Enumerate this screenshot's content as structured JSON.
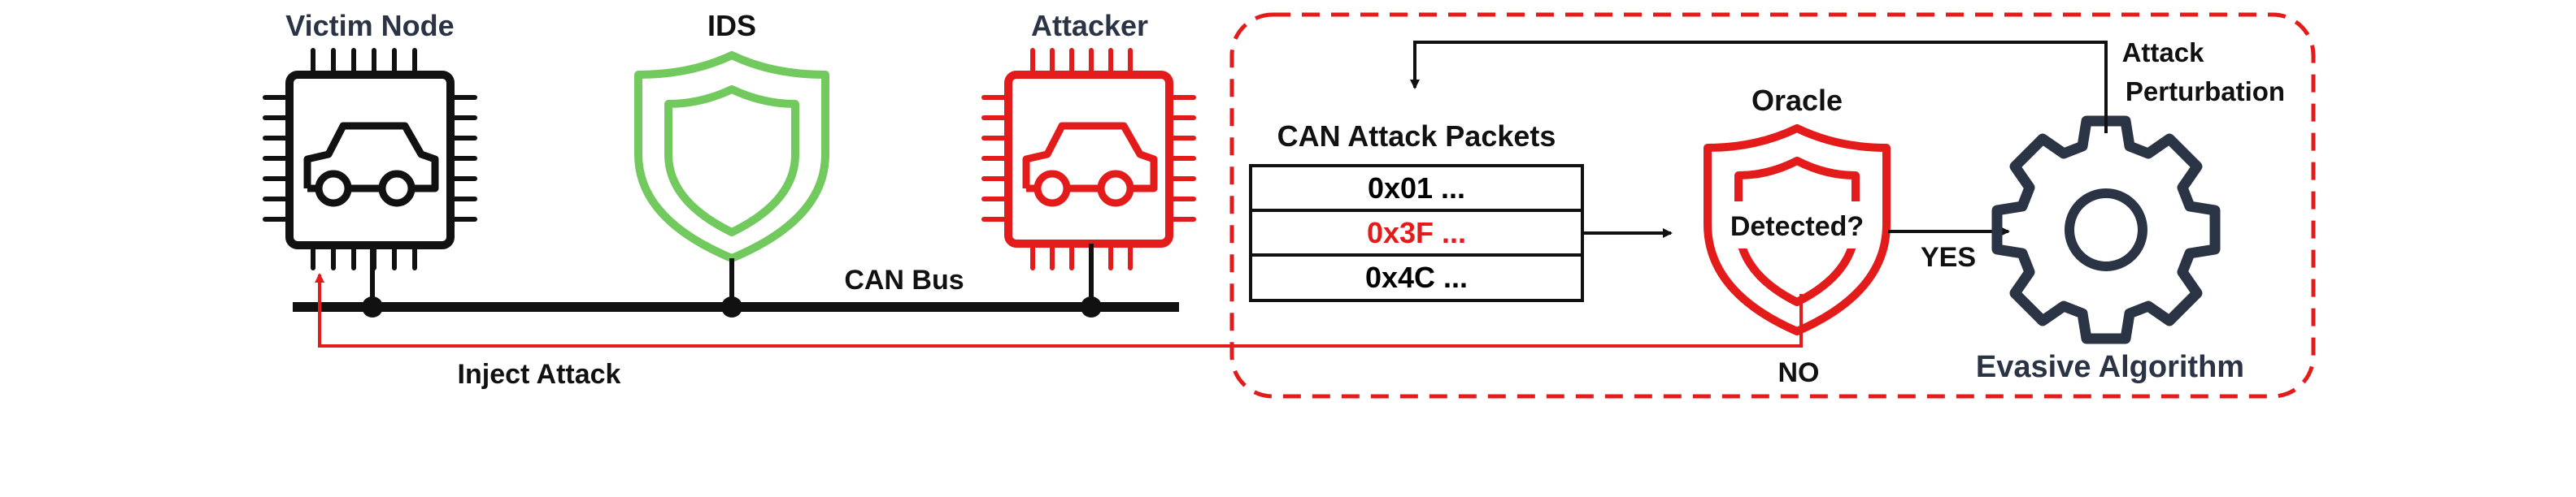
{
  "nodes": {
    "victim": {
      "label": "Victim Node",
      "color": "#2b3445"
    },
    "ids": {
      "label": "IDS",
      "color": "#111111"
    },
    "attacker": {
      "label": "Attacker",
      "color": "#2b3445"
    }
  },
  "bus": {
    "label": "CAN Bus"
  },
  "inject": {
    "label": "Inject Attack"
  },
  "packets": {
    "title": "CAN Attack Packets",
    "rows": [
      {
        "text": "0x01 ...",
        "color": "#000000"
      },
      {
        "text": "0x3F ...",
        "color": "#e31b1b"
      },
      {
        "text": "0x4C ...",
        "color": "#000000"
      }
    ]
  },
  "oracle": {
    "title": "Oracle",
    "question": "Detected?"
  },
  "branches": {
    "yes": "YES",
    "no": "NO"
  },
  "perturbation": {
    "line1": "Attack",
    "line2": "Perturbation"
  },
  "algorithm": {
    "label": "Evasive Algorithm"
  },
  "colors": {
    "black": "#111111",
    "red": "#e31b1b",
    "green": "#72c95d",
    "slate": "#2b3445",
    "dashed": "#e31b1b"
  }
}
